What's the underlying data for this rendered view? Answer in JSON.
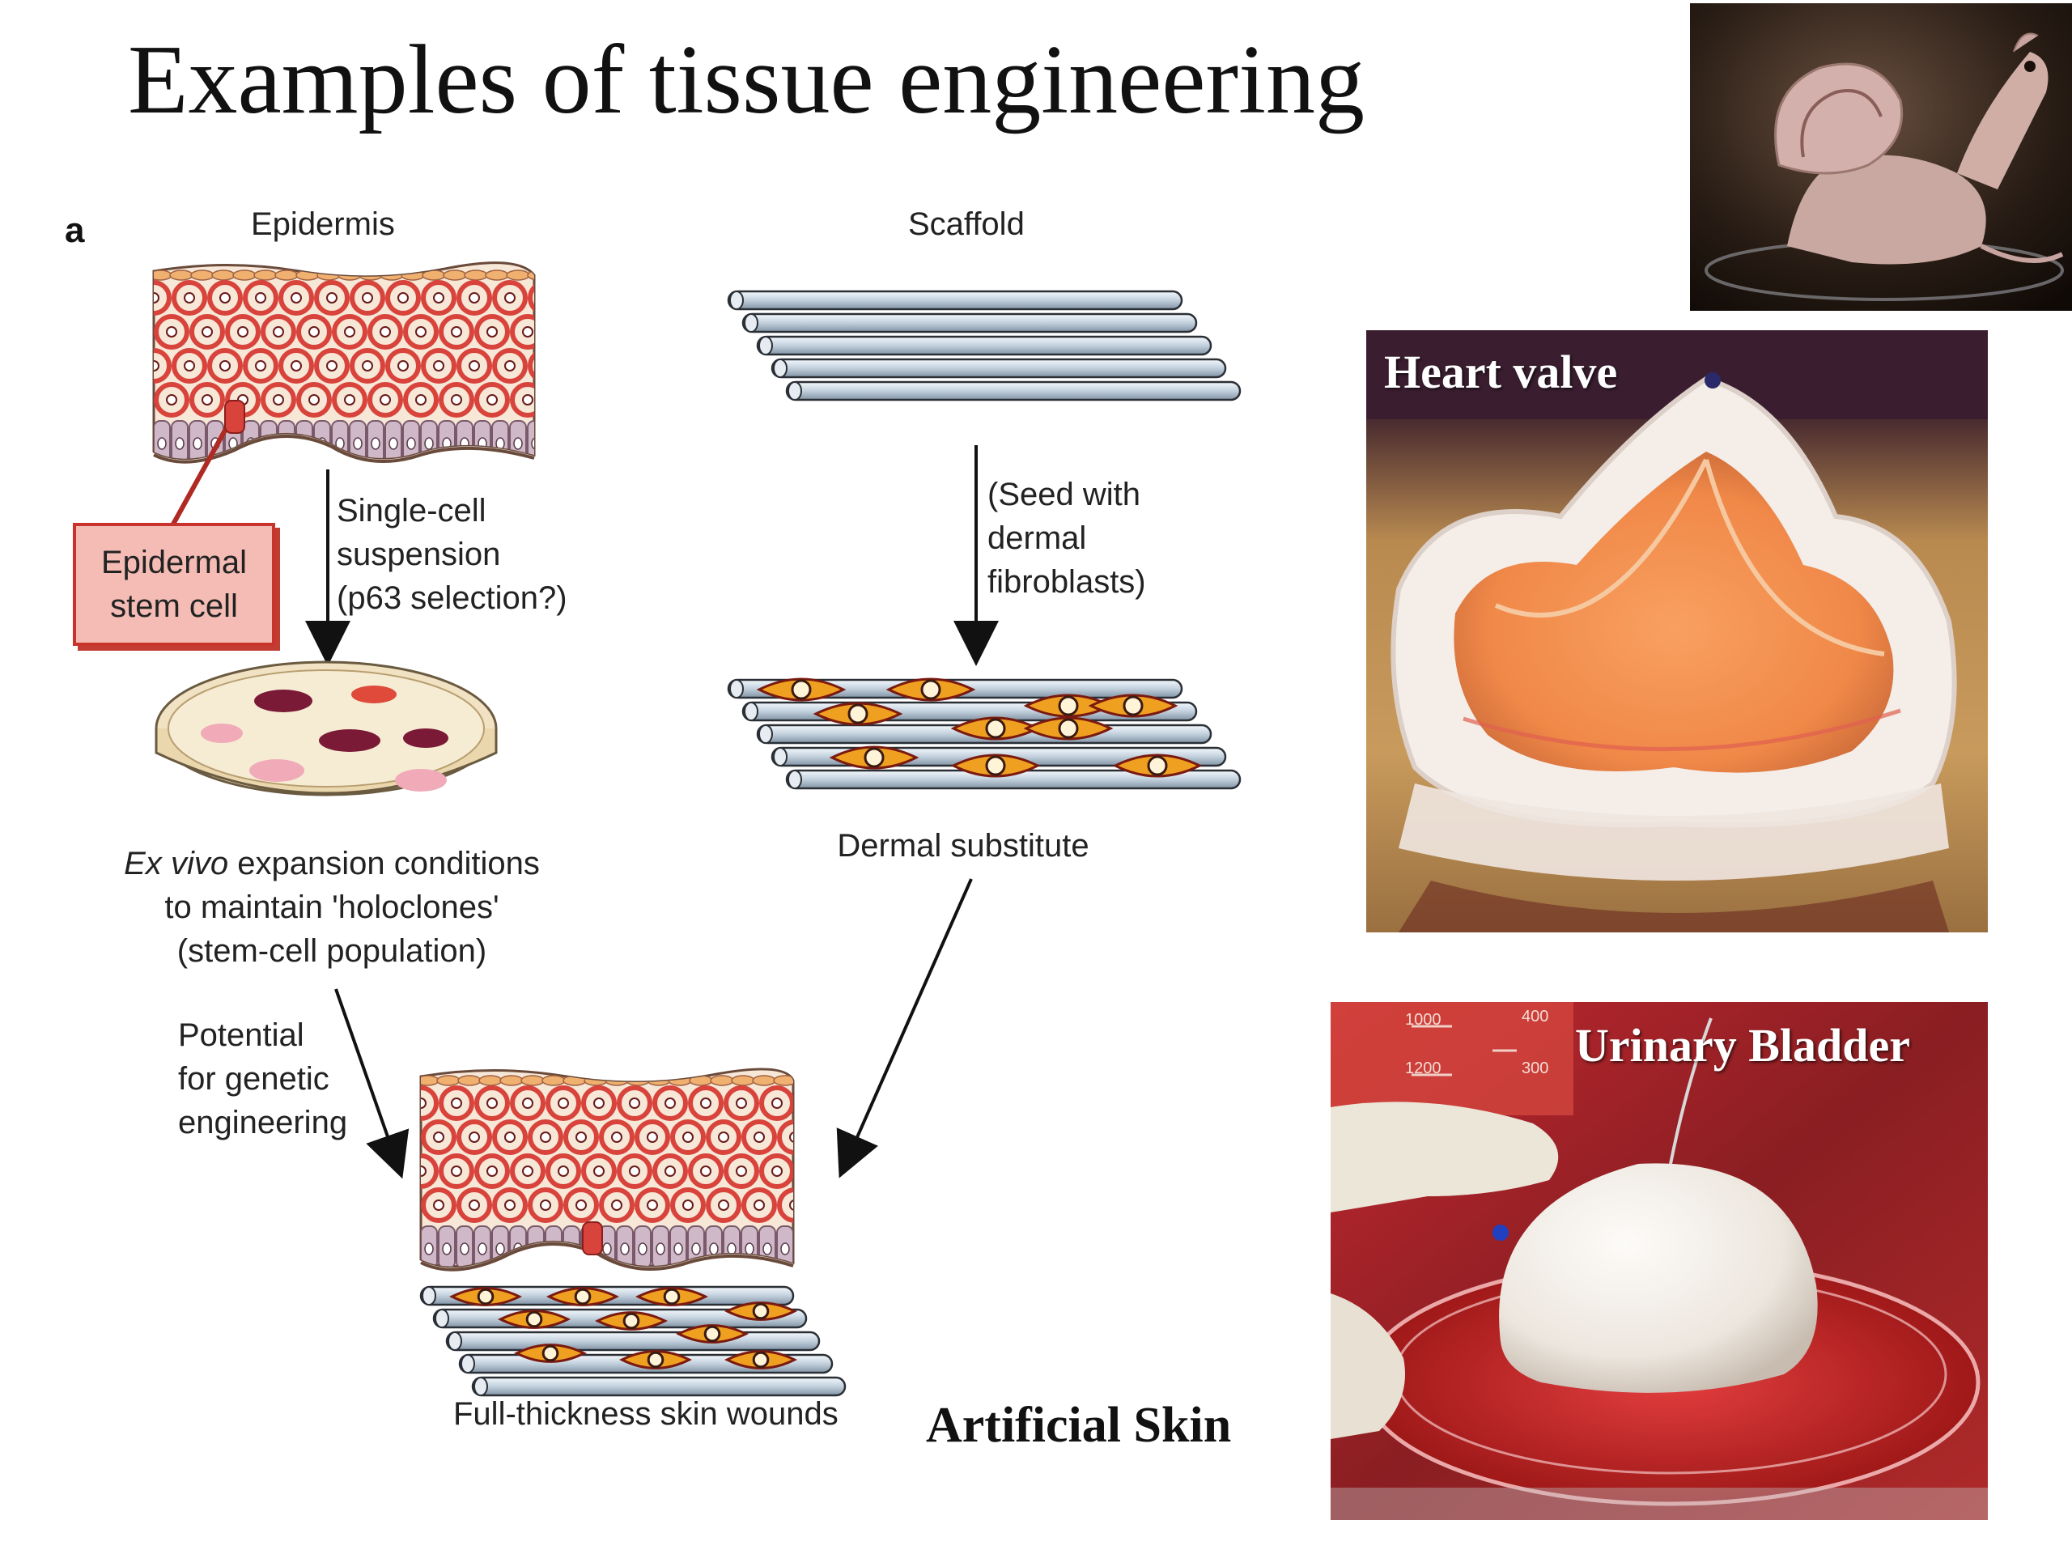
{
  "slide": {
    "title": "Examples of tissue engineering"
  },
  "diagram": {
    "panel_letter": "a",
    "epidermis_label": "Epidermis",
    "scaffold_label": "Scaffold",
    "stem_cell_box": [
      "Epidermal",
      "stem cell"
    ],
    "suspension_text": [
      "Single-cell",
      "suspension",
      "(p63 selection?)"
    ],
    "seed_text": [
      "(Seed with",
      "dermal",
      "fibroblasts)"
    ],
    "ex_vivo_italic": "Ex vivo",
    "ex_vivo_rest": " expansion conditions",
    "holoclones_lines": [
      "to maintain 'holoclones'",
      "(stem-cell population)"
    ],
    "dermal_substitute_label": "Dermal substitute",
    "genetic_text": [
      "Potential",
      "for genetic",
      "engineering"
    ],
    "wounds_label": "Full-thickness skin wounds"
  },
  "captions": {
    "artificial_skin": "Artificial Skin"
  },
  "photos": {
    "heart_valve_label": "Heart valve",
    "bladder_label": "Urinary Bladder",
    "beaker_marks": [
      "1000",
      "1200",
      "400",
      "300"
    ]
  },
  "colors": {
    "cell_red": "#d8433c",
    "cell_fill": "#f6e7d7",
    "basal_pink": "#cfb8c8",
    "fibroblast_orange": "#f0a020",
    "rod_steel": "#b8c8d8",
    "stem_box_fill": "#f4bcb4",
    "stem_box_border": "#c8332c"
  }
}
